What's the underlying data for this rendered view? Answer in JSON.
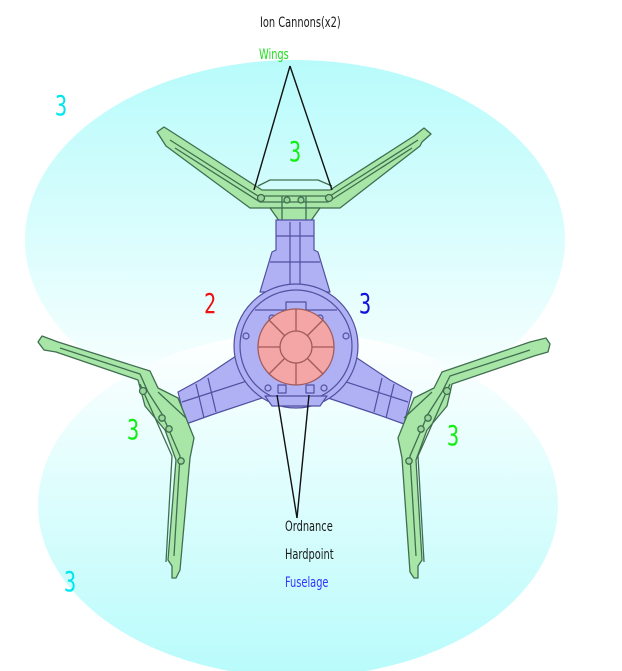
{
  "diagram": {
    "colors": {
      "zone_cyan": "#b8fbfb",
      "wings_fill": "#a8e6a8",
      "wings_stroke": "#3f6f4f",
      "fuselage_fill": "#b0b0f4",
      "fuselage_stroke": "#5050a0",
      "cockpit_fill": "#f4a6a6",
      "cockpit_stroke": "#a05a5a",
      "leader_line": "#111111"
    },
    "labels": {
      "ion_cannons": "Ion Cannons(x2)",
      "wings": "Wings",
      "ordnance": "Ordnance",
      "hardpoint": "Hardpoint",
      "fuselage": "Fuselage"
    },
    "zone_numbers": {
      "top_left_cyan": "3",
      "bottom_left_cyan": "3",
      "top_wing_green": "3",
      "left_wing_green": "3",
      "right_wing_green": "3",
      "fuselage_left_red": "2",
      "fuselage_right_blue": "3"
    },
    "zone_number_colors": {
      "cyan": "#00e6f0",
      "green": "#11ee11",
      "red": "#ee1111",
      "blue": "#1111dd"
    }
  }
}
